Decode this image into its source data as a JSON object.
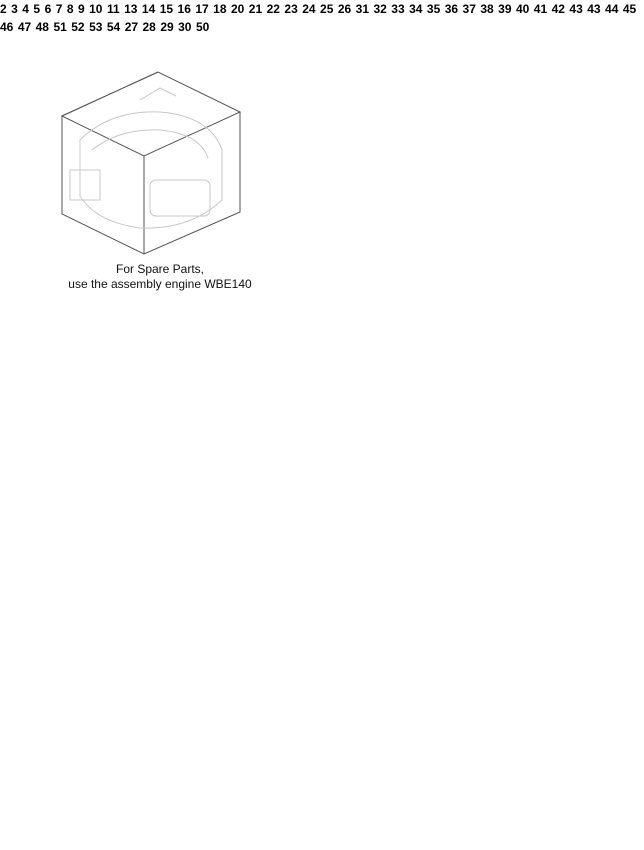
{
  "caption": {
    "line1": "For Spare Parts,",
    "line2": "use the assembly engine WBE140"
  },
  "callouts": {
    "c2": "2",
    "c3": "3",
    "c4": "4",
    "c5": "5",
    "c6": "6",
    "c7": "7",
    "c8": "8",
    "c9": "9",
    "c10": "10",
    "c11": "11",
    "c13": "13",
    "c14": "14",
    "c15": "15",
    "c16": "16",
    "c17": "17",
    "c18": "18",
    "c20": "20",
    "c21": "21",
    "c22": "22",
    "c23": "23",
    "c24": "24",
    "c25": "25",
    "c26": "26",
    "c27": "27",
    "c28": "28",
    "c29": "29",
    "c30": "30",
    "c31": "31",
    "c32": "32",
    "c33": "33",
    "c34": "34",
    "c35": "35",
    "c36": "36",
    "c37": "37",
    "c38": "38",
    "c39": "39",
    "c40": "40",
    "c41": "41",
    "c42": "42",
    "c43a": "43",
    "c43b": "43",
    "c44": "44",
    "c45": "45",
    "c46": "46",
    "c47": "47",
    "c48": "48",
    "c50": "50",
    "c51": "51",
    "c52": "52",
    "c53": "53",
    "c54": "54"
  }
}
